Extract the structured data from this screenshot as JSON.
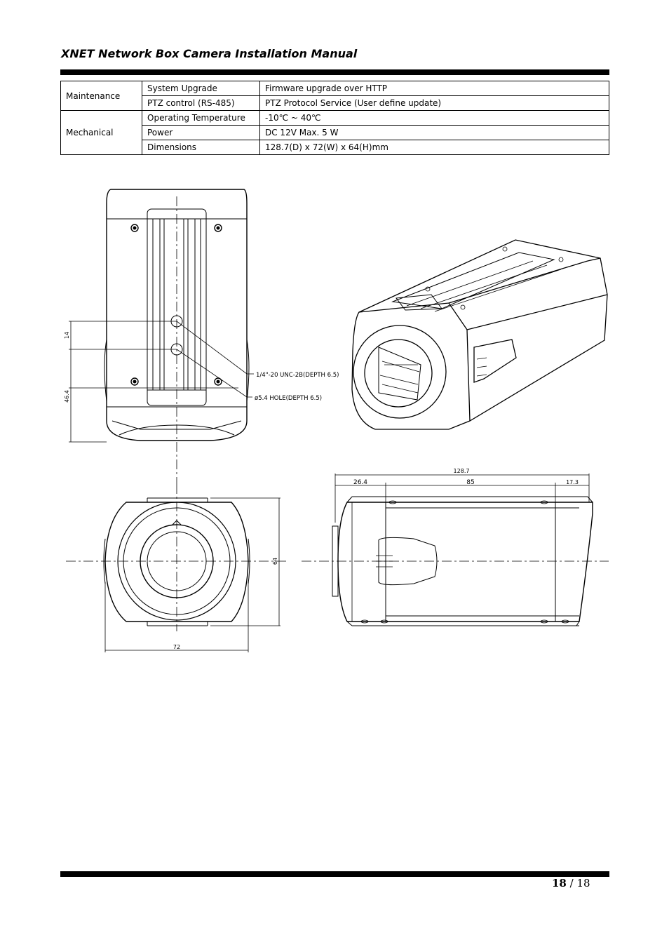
{
  "header": {
    "title": "XNET Network Box Camera Installation Manual"
  },
  "spec_table": {
    "rows": [
      {
        "category": "Maintenance",
        "item": "System Upgrade",
        "value": "Firmware upgrade over HTTP"
      },
      {
        "category": "Maintenance",
        "item": "PTZ control (RS-485)",
        "value": "PTZ Protocol Service (User define update)"
      },
      {
        "category": "Mechanical",
        "item": "Operating Temperature",
        "value": "-10℃  ~ 40℃"
      },
      {
        "category": "Mechanical",
        "item": "Power",
        "value": "DC 12V Max. 5 W"
      },
      {
        "category": "Mechanical",
        "item": "Dimensions",
        "value": "128.7(D) x 72(W) x 64(H)mm"
      }
    ]
  },
  "drawing": {
    "callout_screw": "1/4\"-20 UNC-2B(DEPTH 6.5)",
    "callout_hole": "ø5.4  HOLE(DEPTH  6.5)",
    "dim_14": "14",
    "dim_46_4": "46.4",
    "dim_64": "64",
    "dim_72": "72",
    "dim_128_7": "128.7",
    "dim_26_4": "26.4",
    "dim_85": "85",
    "dim_17_3": "17.3"
  },
  "footer": {
    "page_current": "18",
    "page_separator": " / ",
    "page_total": "18"
  }
}
